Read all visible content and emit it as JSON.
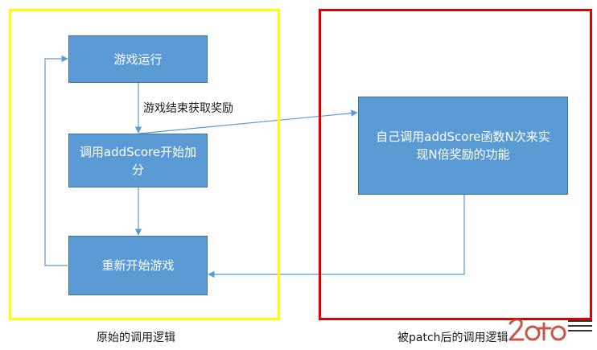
{
  "frames": {
    "left_caption": "原始的调用逻辑",
    "right_caption": "被patch后的调用逻辑",
    "left_color": "#ffff00",
    "right_color": "#e00000"
  },
  "nodes": {
    "game_running": "游戏运行",
    "call_addscore": "调用addScore开始加分",
    "restart_game": "重新开始游戏",
    "patched_call": "自己调用addScore函数N次来实现N倍奖励的功能"
  },
  "edge_labels": {
    "game_over": "游戏结束获取奖励"
  },
  "colors": {
    "node_fill": "#5b9bd5",
    "node_border": "#41719c",
    "connector": "#5b9bd5"
  }
}
